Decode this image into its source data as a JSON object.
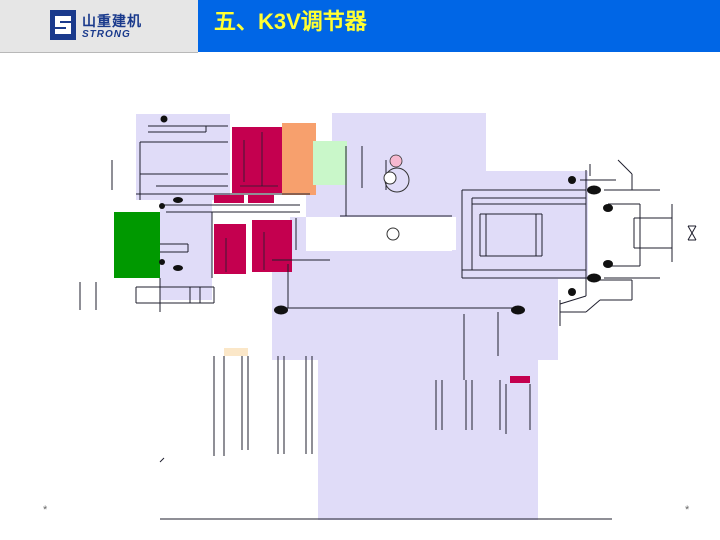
{
  "header": {
    "company_cn": "山重建机",
    "company_en": "STRONG",
    "title": "五、K3V调节器"
  },
  "footer": {
    "left_marker": "*",
    "right_marker": "*"
  },
  "colors": {
    "title_bar": "#0066e6",
    "title_text": "#ffff33",
    "logo_bg": "#e6e6e6",
    "brand": "#1a3a8c",
    "lavender": "#e0dcf8",
    "crimson": "#c4004f",
    "orange": "#f7a06d",
    "light_green": "#c9f7c9",
    "green": "#009900",
    "pink": "#f6b8cf",
    "cream": "#fbe7c8"
  }
}
